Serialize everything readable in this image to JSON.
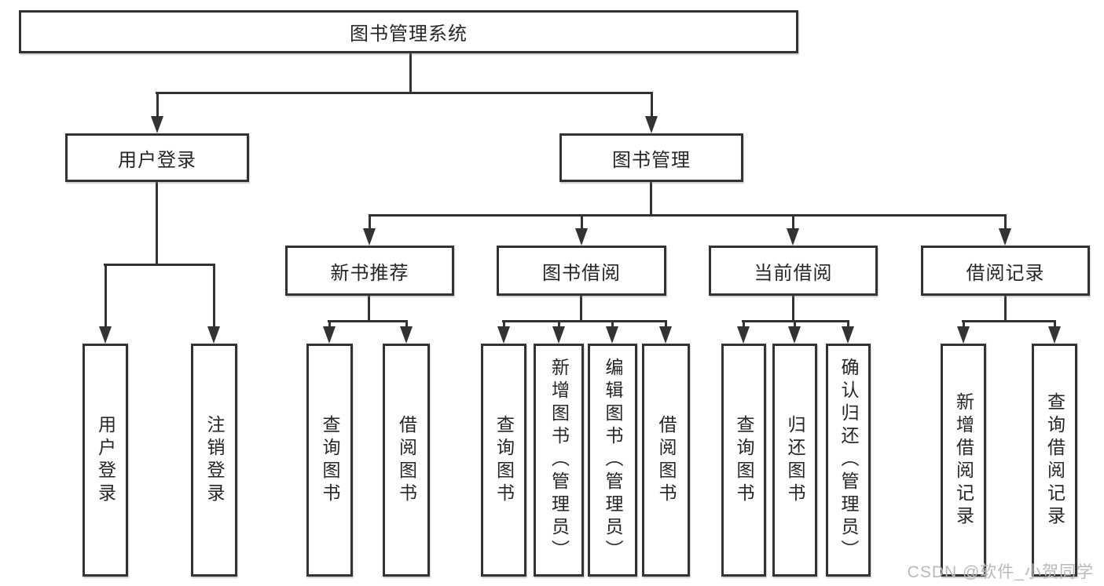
{
  "colors": {
    "line": "#333333",
    "box_border": "#333333",
    "box_fill": "#ffffff",
    "text": "#262626",
    "watermark": "#b9b9b9",
    "background": "#ffffff"
  },
  "watermark": "CSDN @软件_小贺同学",
  "tree": {
    "root": "图书管理系统",
    "branches": [
      {
        "label": "用户登录",
        "children": [
          "用户登录",
          "注销登录"
        ]
      },
      {
        "label": "图书管理",
        "sections": [
          {
            "label": "新书推荐",
            "children": [
              "查询图书",
              "借阅图书"
            ]
          },
          {
            "label": "图书借阅",
            "children": [
              "查询图书",
              "新增图书（管理员）",
              "编辑图书（管理员）",
              "借阅图书"
            ]
          },
          {
            "label": "当前借阅",
            "children": [
              "查询图书",
              "归还图书",
              "确认归还（管理员）"
            ]
          },
          {
            "label": "借阅记录",
            "children": [
              "新增借阅记录",
              "查询借阅记录"
            ]
          }
        ]
      }
    ]
  }
}
